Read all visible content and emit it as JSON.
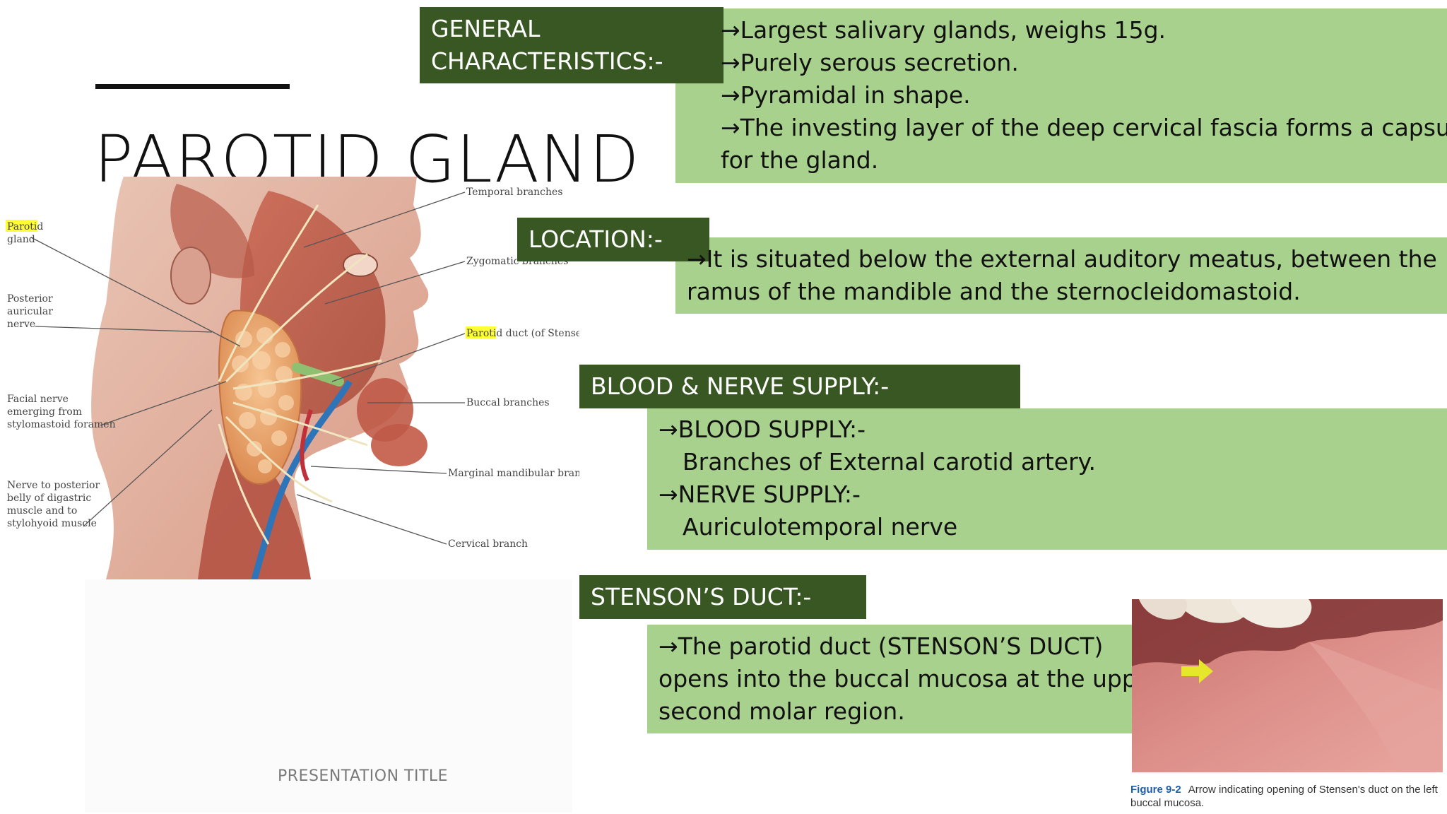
{
  "slide": {
    "title": "PAROTID GLAND",
    "footer": "PRESENTATION TITLE"
  },
  "sections": {
    "general": {
      "heading_line1": "GENERAL",
      "heading_line2": "CHARACTERISTICS:-",
      "points": [
        "Largest salivary glands, weighs 15g.",
        "Purely serous secretion.",
        "Pyramidal in shape.",
        "The investing layer of the deep cervical fascia forms a capsule"
      ],
      "continuation": "for the gland."
    },
    "location": {
      "heading": "LOCATION:-",
      "line1": "It is situated below the external auditory meatus, between the",
      "line2": "ramus of the mandible and the sternocleidomastoid."
    },
    "supply": {
      "heading": "BLOOD & NERVE SUPPLY:-",
      "blood_label": "BLOOD SUPPLY:-",
      "blood_value": "Branches of External carotid artery.",
      "nerve_label": "NERVE SUPPLY:-",
      "nerve_value": "Auriculotemporal nerve"
    },
    "duct": {
      "heading": "STENSON’S DUCT:-",
      "line1": "The parotid duct (STENSON’S DUCT)",
      "line2": "opens into the buccal mucosa at the upper",
      "line3": "second molar region."
    }
  },
  "arrow_glyph": "→",
  "illustration_labels": {
    "parotid_gland_1": "Parotid",
    "parotid_gland_2": "gland",
    "posterior_auricular_1": "Posterior",
    "posterior_auricular_2": "auricular",
    "posterior_auricular_3": "nerve",
    "facial_nerve_1": "Facial nerve",
    "facial_nerve_2": "emerging from",
    "facial_nerve_3": "stylomastoid foramen",
    "digastric_1": "Nerve to posterior",
    "digastric_2": "belly of digastric",
    "digastric_3": "muscle and to",
    "digastric_4": "stylohyoid muscle",
    "temporal": "Temporal branches",
    "zygomatic": "Zygomatic branches",
    "parotid_duct_a": "Parotid",
    "parotid_duct_b": " duct (of Stensen)",
    "buccal": "Buccal branches",
    "marginal": "Marginal mandibular branch",
    "cervical": "Cervical branch"
  },
  "photo_caption": {
    "figure": "Figure 9-2",
    "text": "Arrow indicating opening of Stensen's duct on the left buccal mucosa."
  },
  "colors": {
    "dark_green": "#385723",
    "light_green": "#a9d18e",
    "highlight": "#ffff33"
  }
}
